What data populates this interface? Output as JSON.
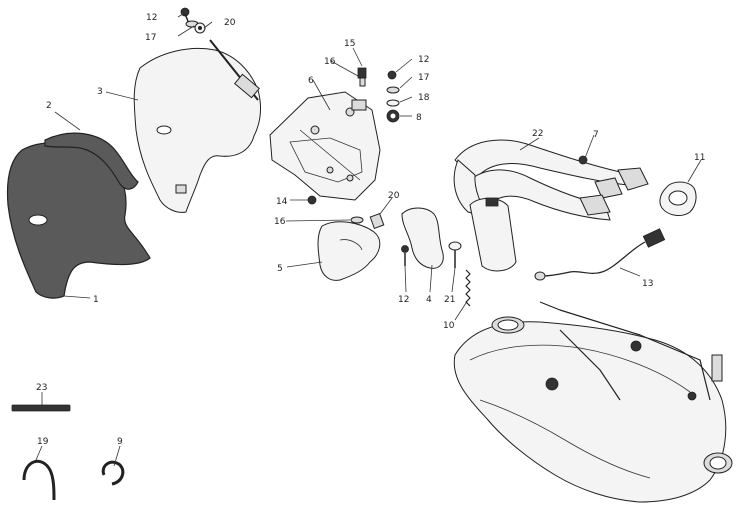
{
  "labels": [
    {
      "id": "1",
      "text": "1"
    },
    {
      "id": "2",
      "text": "2"
    },
    {
      "id": "3",
      "text": "3"
    },
    {
      "id": "4",
      "text": "4"
    },
    {
      "id": "5",
      "text": "5"
    },
    {
      "id": "6",
      "text": "6"
    },
    {
      "id": "7",
      "text": "7"
    },
    {
      "id": "8",
      "text": "8"
    },
    {
      "id": "9",
      "text": "9"
    },
    {
      "id": "10",
      "text": "10"
    },
    {
      "id": "11",
      "text": "11"
    },
    {
      "id": "12a",
      "text": "12"
    },
    {
      "id": "12b",
      "text": "12"
    },
    {
      "id": "12c",
      "text": "12"
    },
    {
      "id": "13",
      "text": "13"
    },
    {
      "id": "14",
      "text": "14"
    },
    {
      "id": "15",
      "text": "15"
    },
    {
      "id": "16a",
      "text": "16"
    },
    {
      "id": "16b",
      "text": "16"
    },
    {
      "id": "17a",
      "text": "17"
    },
    {
      "id": "17b",
      "text": "17"
    },
    {
      "id": "18",
      "text": "18"
    },
    {
      "id": "19",
      "text": "19"
    },
    {
      "id": "20a",
      "text": "20"
    },
    {
      "id": "20b",
      "text": "20"
    },
    {
      "id": "21",
      "text": "21"
    },
    {
      "id": "22",
      "text": "22"
    },
    {
      "id": "23",
      "text": "23"
    }
  ]
}
